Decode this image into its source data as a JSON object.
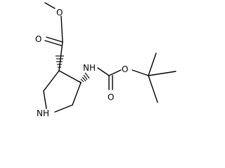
{
  "molecule": {
    "atoms": {
      "ester_O_single": "O",
      "ester_O_double": "O",
      "amine_N_H": "NH",
      "carbamate_O_double": "O",
      "carbamate_O_single": "O",
      "ring_N_H": "NH"
    },
    "colors": {
      "bond": "#000000",
      "label": "#000000",
      "background": "#ffffff"
    }
  }
}
